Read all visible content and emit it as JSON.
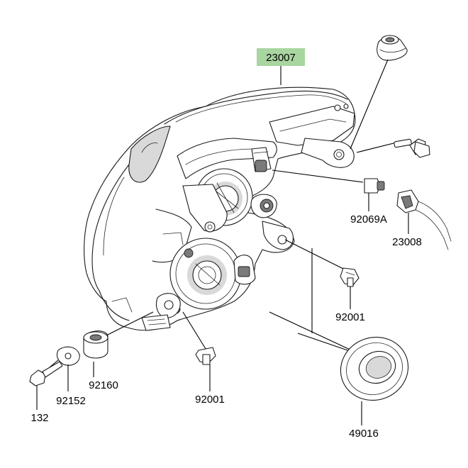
{
  "diagram": {
    "highlight_color": "#a9d5a0",
    "parts": [
      {
        "id": "p23007",
        "number": "23007",
        "highlighted": true
      },
      {
        "id": "p92069A",
        "number": "92069A",
        "highlighted": false
      },
      {
        "id": "p23008",
        "number": "23008",
        "highlighted": false
      },
      {
        "id": "p92001a",
        "number": "92001",
        "highlighted": false
      },
      {
        "id": "p49016",
        "number": "49016",
        "highlighted": false
      },
      {
        "id": "p92160",
        "number": "92160",
        "highlighted": false
      },
      {
        "id": "p92152",
        "number": "92152",
        "highlighted": false
      },
      {
        "id": "p132",
        "number": "132",
        "highlighted": false
      },
      {
        "id": "p92001b",
        "number": "92001",
        "highlighted": false
      }
    ]
  }
}
